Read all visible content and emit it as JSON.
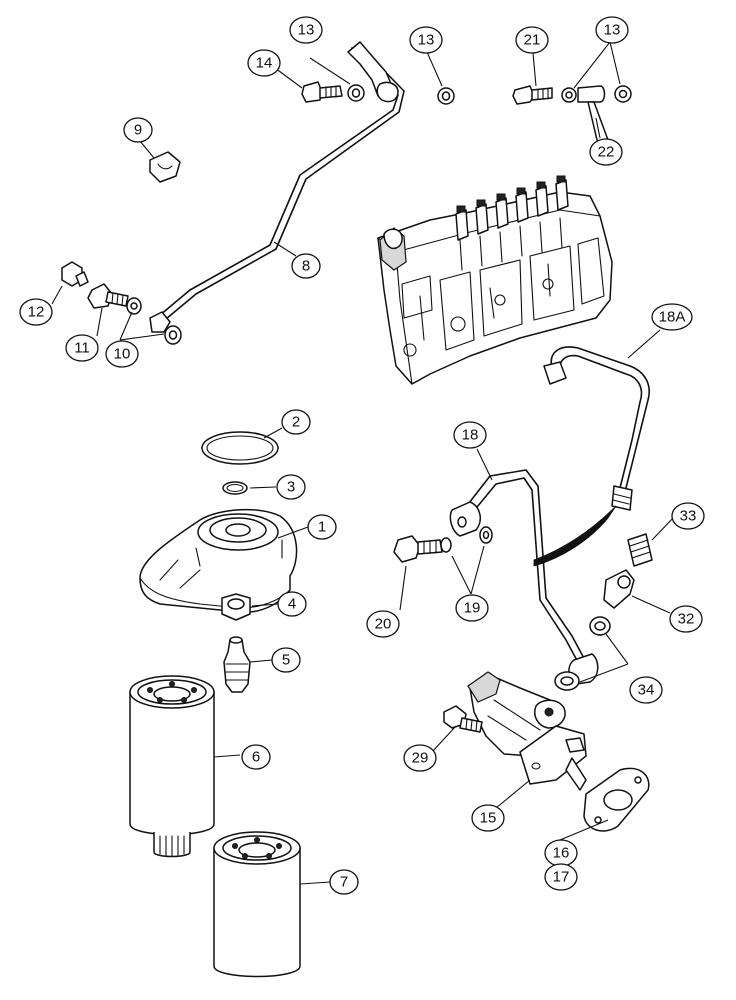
{
  "diagram": {
    "callouts": [
      {
        "id": "c1",
        "label": "1"
      },
      {
        "id": "c2",
        "label": "2"
      },
      {
        "id": "c3",
        "label": "3"
      },
      {
        "id": "c4",
        "label": "4"
      },
      {
        "id": "c5",
        "label": "5"
      },
      {
        "id": "c6",
        "label": "6"
      },
      {
        "id": "c7",
        "label": "7"
      },
      {
        "id": "c8",
        "label": "8"
      },
      {
        "id": "c9",
        "label": "9"
      },
      {
        "id": "c10",
        "label": "10"
      },
      {
        "id": "c11",
        "label": "11"
      },
      {
        "id": "c12",
        "label": "12"
      },
      {
        "id": "c13a",
        "label": "13"
      },
      {
        "id": "c13b",
        "label": "13"
      },
      {
        "id": "c13c",
        "label": "13"
      },
      {
        "id": "c14",
        "label": "14"
      },
      {
        "id": "c15",
        "label": "15"
      },
      {
        "id": "c16",
        "label": "16"
      },
      {
        "id": "c29",
        "label": "29"
      },
      {
        "id": "c17",
        "label": "17"
      },
      {
        "id": "c18",
        "label": "18"
      },
      {
        "id": "c18a",
        "label": "18A"
      },
      {
        "id": "c19",
        "label": "19"
      },
      {
        "id": "c20",
        "label": "20"
      },
      {
        "id": "c21",
        "label": "21"
      },
      {
        "id": "c22",
        "label": "22"
      },
      {
        "id": "c32",
        "label": "32"
      },
      {
        "id": "c33",
        "label": "33"
      },
      {
        "id": "c34",
        "label": "34"
      }
    ]
  }
}
